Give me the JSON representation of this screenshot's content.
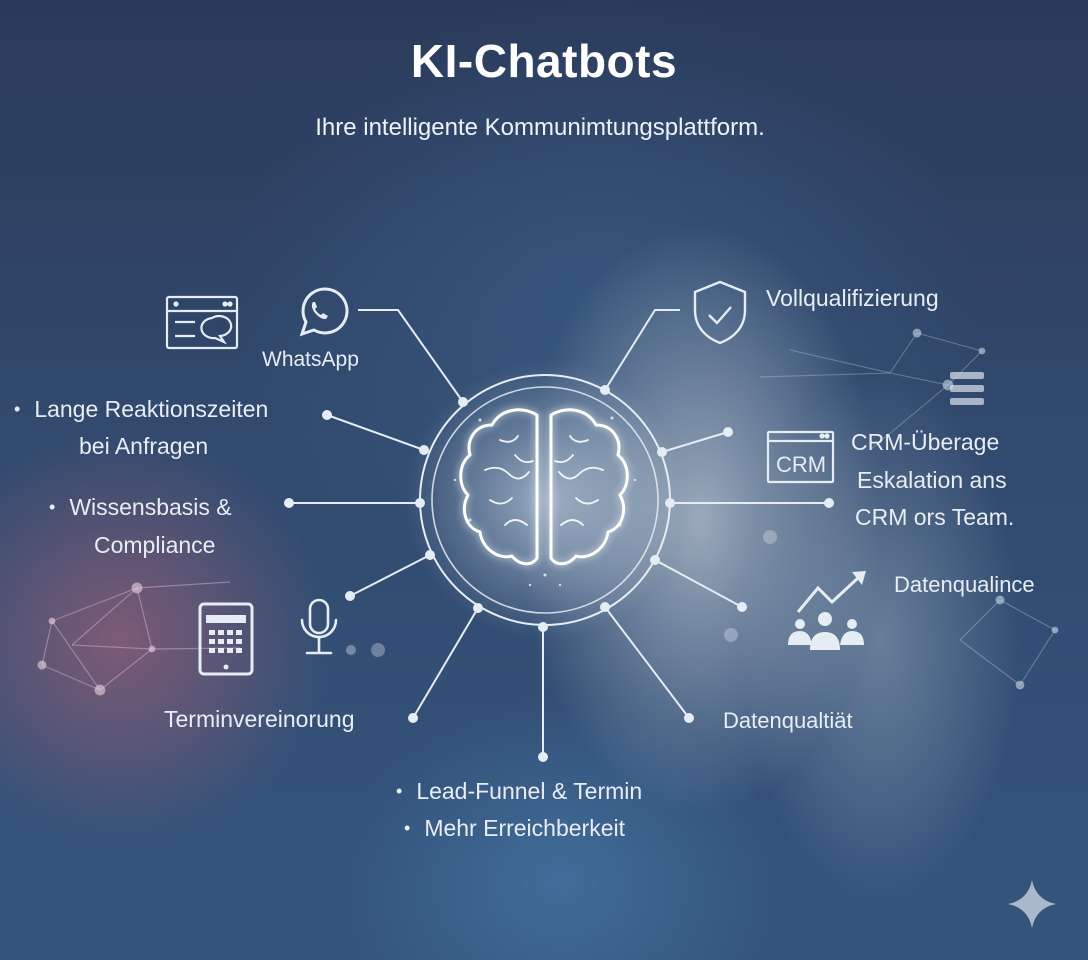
{
  "header": {
    "title": "KI-Chatbots",
    "subtitle": "Ihre intelligente Kommunimtungsplattform."
  },
  "center": {
    "icon": "brain-circuit-icon"
  },
  "left": {
    "channel_icons": [
      "chat-window-icon",
      "whatsapp-icon"
    ],
    "whatsapp_label": "WhatsApp",
    "problem_1_line1": "Lange Reaktionszeiten",
    "problem_1_line2": "bei Anfragen",
    "problem_2_line1": "Wissensbasis &",
    "problem_2_line2": "Compliance",
    "lower_icons": [
      "calendar-tablet-icon",
      "microphone-icon"
    ],
    "appointment_label": "Terminvereinorung"
  },
  "right": {
    "qualification_icon": "shield-check-icon",
    "qualification_label": "Vollqualifizierung",
    "crm_icon_text": "CRM",
    "crm_line1": "CRM-Überage",
    "crm_line2": "Eskalation ans",
    "crm_line3": "CRM ors Team.",
    "growth_icon": "team-growth-icon",
    "data_quality_upper": "Datenqualince",
    "data_quality_lower": "Datenqualtiät",
    "decor_icon": "stack-icon"
  },
  "bottom": {
    "items": [
      "Lead-Funnel & Termin",
      "Mehr Erreichberkeit"
    ]
  },
  "corner": {
    "icon": "sparkle-icon"
  },
  "colors": {
    "background_top": "#2b3a5a",
    "background_bottom": "#34557d",
    "accent_glow": "#c8d2de",
    "mauve_glow": "#965f78",
    "line": "#e6ecf3",
    "text": "#e8edf4"
  }
}
